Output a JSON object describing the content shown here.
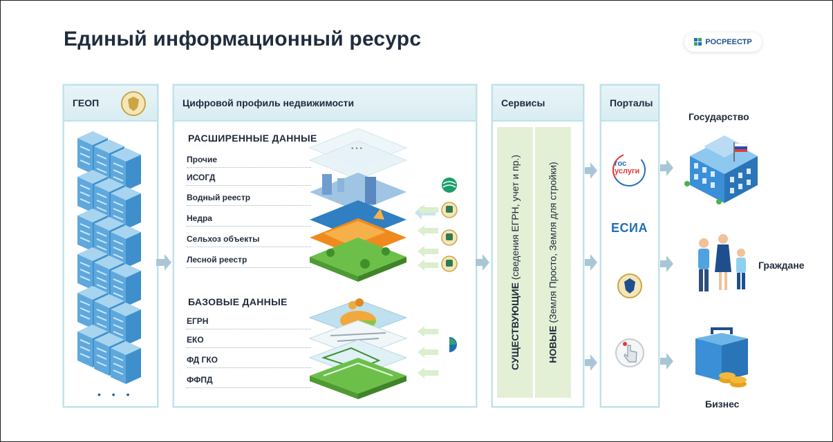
{
  "title": "Единый информационный ресурс",
  "logo": {
    "text": "РОСРЕЕСТР"
  },
  "panels": {
    "geop": {
      "label": "ГЕОП",
      "more": "• • •"
    },
    "profile": {
      "label": "Цифровой профиль недвижимости",
      "extended_title": "РАСШИРЕННЫЕ ДАННЫЕ",
      "extended_items": [
        "Прочие",
        "ИСОГД",
        "Водный реестр",
        "Недра",
        "Сельхоз объекты",
        "Лесной реестр"
      ],
      "base_title": "БАЗОВЫЕ ДАННЫЕ",
      "base_items": [
        "ЕГРН",
        "ЕКО",
        "ФД ГКО",
        "ФФПД"
      ],
      "layer_more": "• • •"
    },
    "services": {
      "label": "Сервисы",
      "existing_bold": "СУЩЕСТВУЮЩИЕ",
      "existing_note": "(сведения ЕГРН, учет и пр.)",
      "new_bold": "НОВЫЕ",
      "new_note": "(Земля Просто, Земля для стройки)"
    },
    "portals": {
      "label": "Порталы",
      "gosuslugi_top": "гос",
      "gosuslugi_bottom": "услуги",
      "esia": "ЕСИА"
    }
  },
  "actors": {
    "state": "Государство",
    "citizens": "Граждане",
    "business": "Бизнес"
  },
  "colors": {
    "accent": "#1f6fb8",
    "panel_border": "#bfe2ea",
    "arrow": "#a9c6d6",
    "green_strip": "#e3f0d6"
  }
}
